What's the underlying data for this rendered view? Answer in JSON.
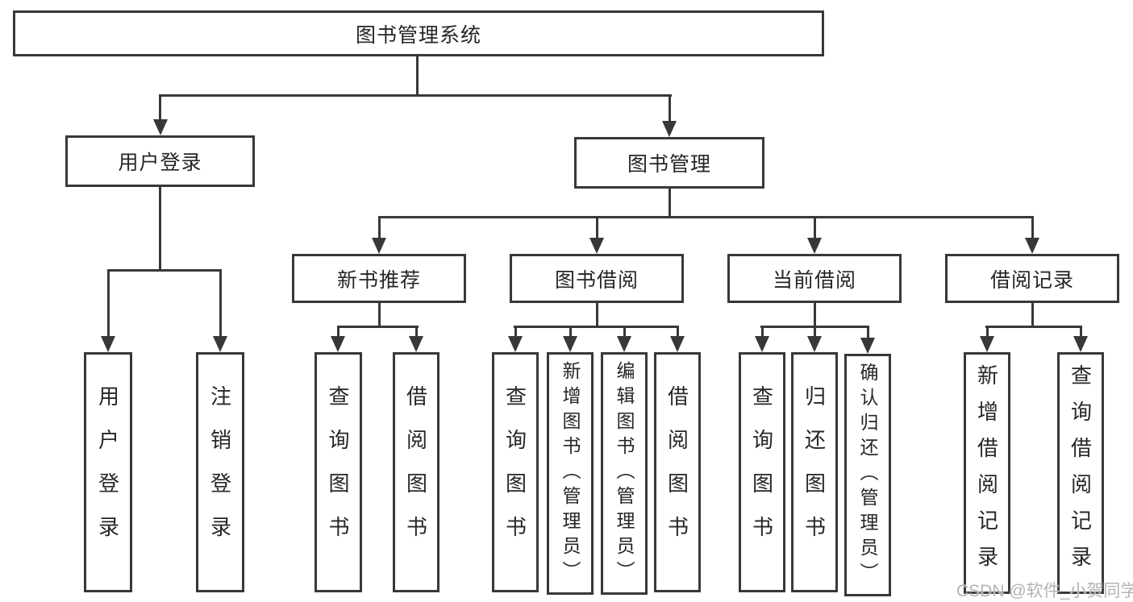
{
  "tree": {
    "root": {
      "label": "图书管理系统",
      "children": [
        {
          "label": "用户登录",
          "children": [
            {
              "label": "用户登录"
            },
            {
              "label": "注销登录"
            }
          ]
        },
        {
          "label": "图书管理",
          "children": [
            {
              "label": "新书推荐",
              "children": [
                {
                  "label": "查询图书"
                },
                {
                  "label": "借阅图书"
                }
              ]
            },
            {
              "label": "图书借阅",
              "children": [
                {
                  "label": "查询图书"
                },
                {
                  "label": "新增图书（管理员）"
                },
                {
                  "label": "编辑图书（管理员）"
                },
                {
                  "label": "借阅图书"
                }
              ]
            },
            {
              "label": "当前借阅",
              "children": [
                {
                  "label": "查询图书"
                },
                {
                  "label": "归还图书"
                },
                {
                  "label": "确认归还（管理员）"
                }
              ]
            },
            {
              "label": "借阅记录",
              "children": [
                {
                  "label": "新增借阅记录"
                },
                {
                  "label": "查询借阅记录"
                }
              ]
            }
          ]
        }
      ]
    }
  },
  "watermark": {
    "text": "CSDN @软件_小贺同学"
  },
  "colors": {
    "line": "#383838",
    "text": "#262626",
    "background": "#ffffff",
    "watermark": "#b3b3b3"
  }
}
